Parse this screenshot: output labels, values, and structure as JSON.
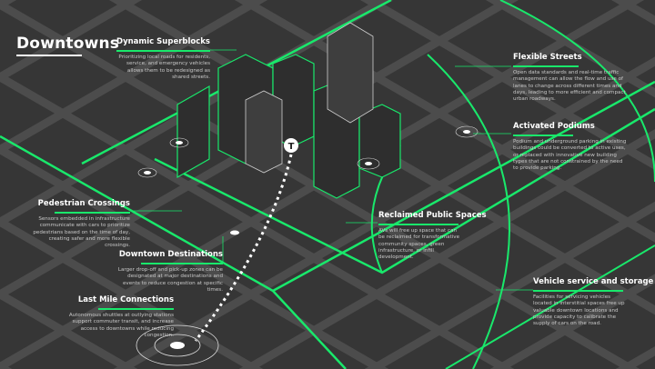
{
  "title": "Downtowns",
  "accent_color": "#19e86b",
  "background_color": "#363636",
  "callouts": {
    "superblocks": {
      "heading": "Dynamic Superblocks",
      "body": "Prioritizing local roads for residents, service, and emergency vehicles allows them to be redesigned as shared streets."
    },
    "flexible_streets": {
      "heading": "Flexible Streets",
      "body": "Open data standards and real-time traffic management can allow the flow and use of lanes to change across different times and days, leading to more efficient and compact urban roadways."
    },
    "podiums": {
      "heading": "Activated Podiums",
      "body": "Podium and underground parking in existing buildings could be converted to active uses, or replaced with innovative new building types that are not constrained by the need to provide parking."
    },
    "pedestrian": {
      "heading": "Pedestrian Crossings",
      "body": "Sensors embedded in infrastructure communicate with cars to prioritize pedestrians based on the time of day, creating safer and more flexible crossings."
    },
    "destinations": {
      "heading": "Downtown Destinations",
      "body": "Larger drop-off and pick-up zones can be designated at major destinations and events to reduce congestion at specific times."
    },
    "last_mile": {
      "heading": "Last Mile Connections",
      "body": "Autonomous shuttles at outlying stations support commuter transit, and increase access to downtowns while reducing congestion."
    },
    "reclaimed": {
      "heading": "Reclaimed Public Spaces",
      "body": "AVs will free up space that can be reclaimed for transformative community spaces, green infrastructure, or infill development."
    },
    "vehicle_service": {
      "heading": "Vehicle service and storage",
      "body": "Facilities for servicing vehicles located in interstitial spaces free up valuable downtown locations and provide capacity to calibrate the supply of cars on the road."
    }
  },
  "transit_icon": {
    "label": "T"
  }
}
